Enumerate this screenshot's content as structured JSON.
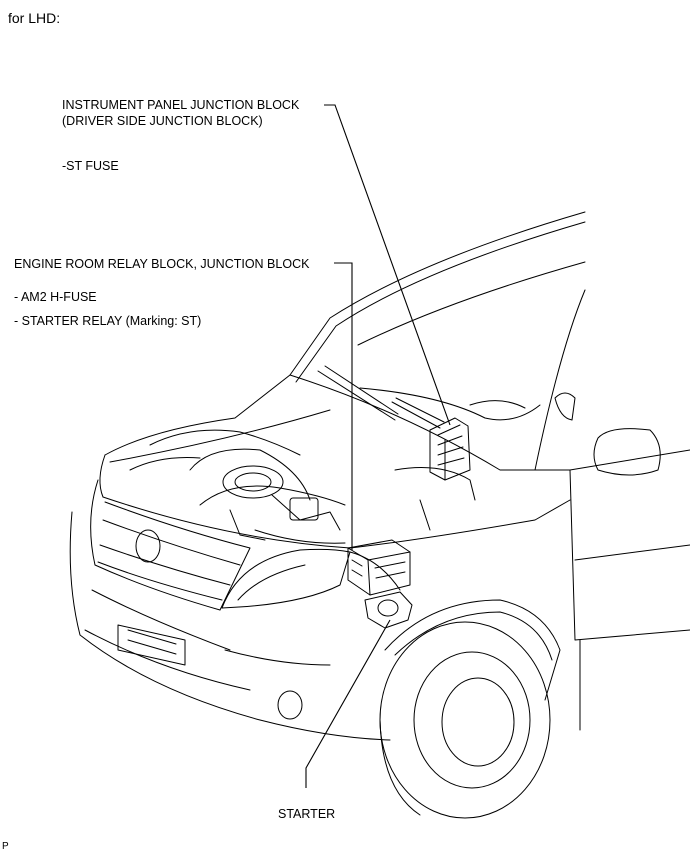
{
  "diagram": {
    "heading": "for LHD:",
    "footer_mark": "P",
    "callouts": {
      "ip_junction_block": {
        "title_line1": "INSTRUMENT PANEL JUNCTION BLOCK",
        "title_line2": "(DRIVER SIDE JUNCTION BLOCK)",
        "items": [
          "-ST FUSE"
        ]
      },
      "engine_room_block": {
        "title": "ENGINE ROOM RELAY BLOCK, JUNCTION BLOCK",
        "items": [
          "- AM2 H-FUSE",
          "- STARTER RELAY (Marking: ST)"
        ]
      },
      "starter": {
        "title": "STARTER"
      }
    }
  }
}
